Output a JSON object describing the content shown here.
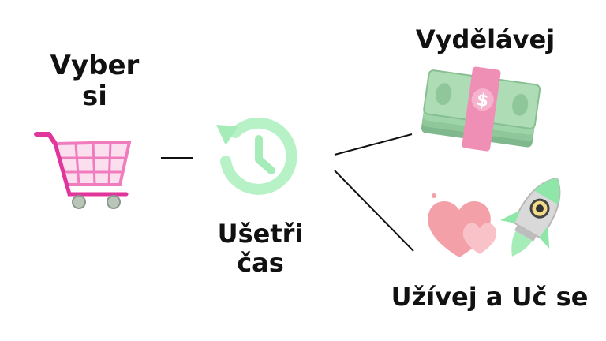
{
  "nodes": {
    "choose": {
      "lines": [
        "Vyber",
        "si"
      ]
    },
    "save_time": {
      "lines": [
        "Ušetři",
        "čas"
      ]
    },
    "earn": {
      "label": "Vydělávej"
    },
    "enjoy": {
      "label": "Užívej a Uč se"
    }
  },
  "icons": {
    "cart": "shopping-cart-icon",
    "clock": "history-clock-icon",
    "money": "money-stack-icon",
    "hearts": "hearts-icon",
    "rocket": "rocket-icon"
  },
  "colors": {
    "text": "#111111",
    "cart_pink": "#f07bbd",
    "cart_magenta": "#e0359a",
    "clock_green": "#b6f2c6",
    "money_green": "#8fc79a",
    "money_band": "#f08fb6",
    "heart_pink": "#f4a0a8",
    "rocket_green": "#8fe6a9",
    "line": "#111111"
  }
}
